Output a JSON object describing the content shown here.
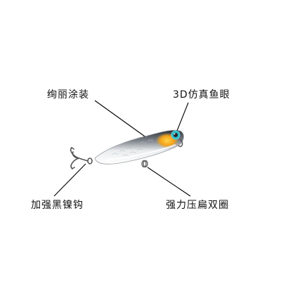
{
  "labels": {
    "paint": "绚丽涂装",
    "eye": "3D仿真鱼眼",
    "hook": "加强黑镍钩",
    "ring": "强力压扁双圈"
  },
  "colors": {
    "body_back": "#2e3338",
    "body_belly": "#f4f4f4",
    "head_spot": "#f5a31a",
    "eye_ring": "#2fb8c8",
    "eye_pupil": "#222222",
    "hook": "#555555",
    "leader": "#000000"
  }
}
